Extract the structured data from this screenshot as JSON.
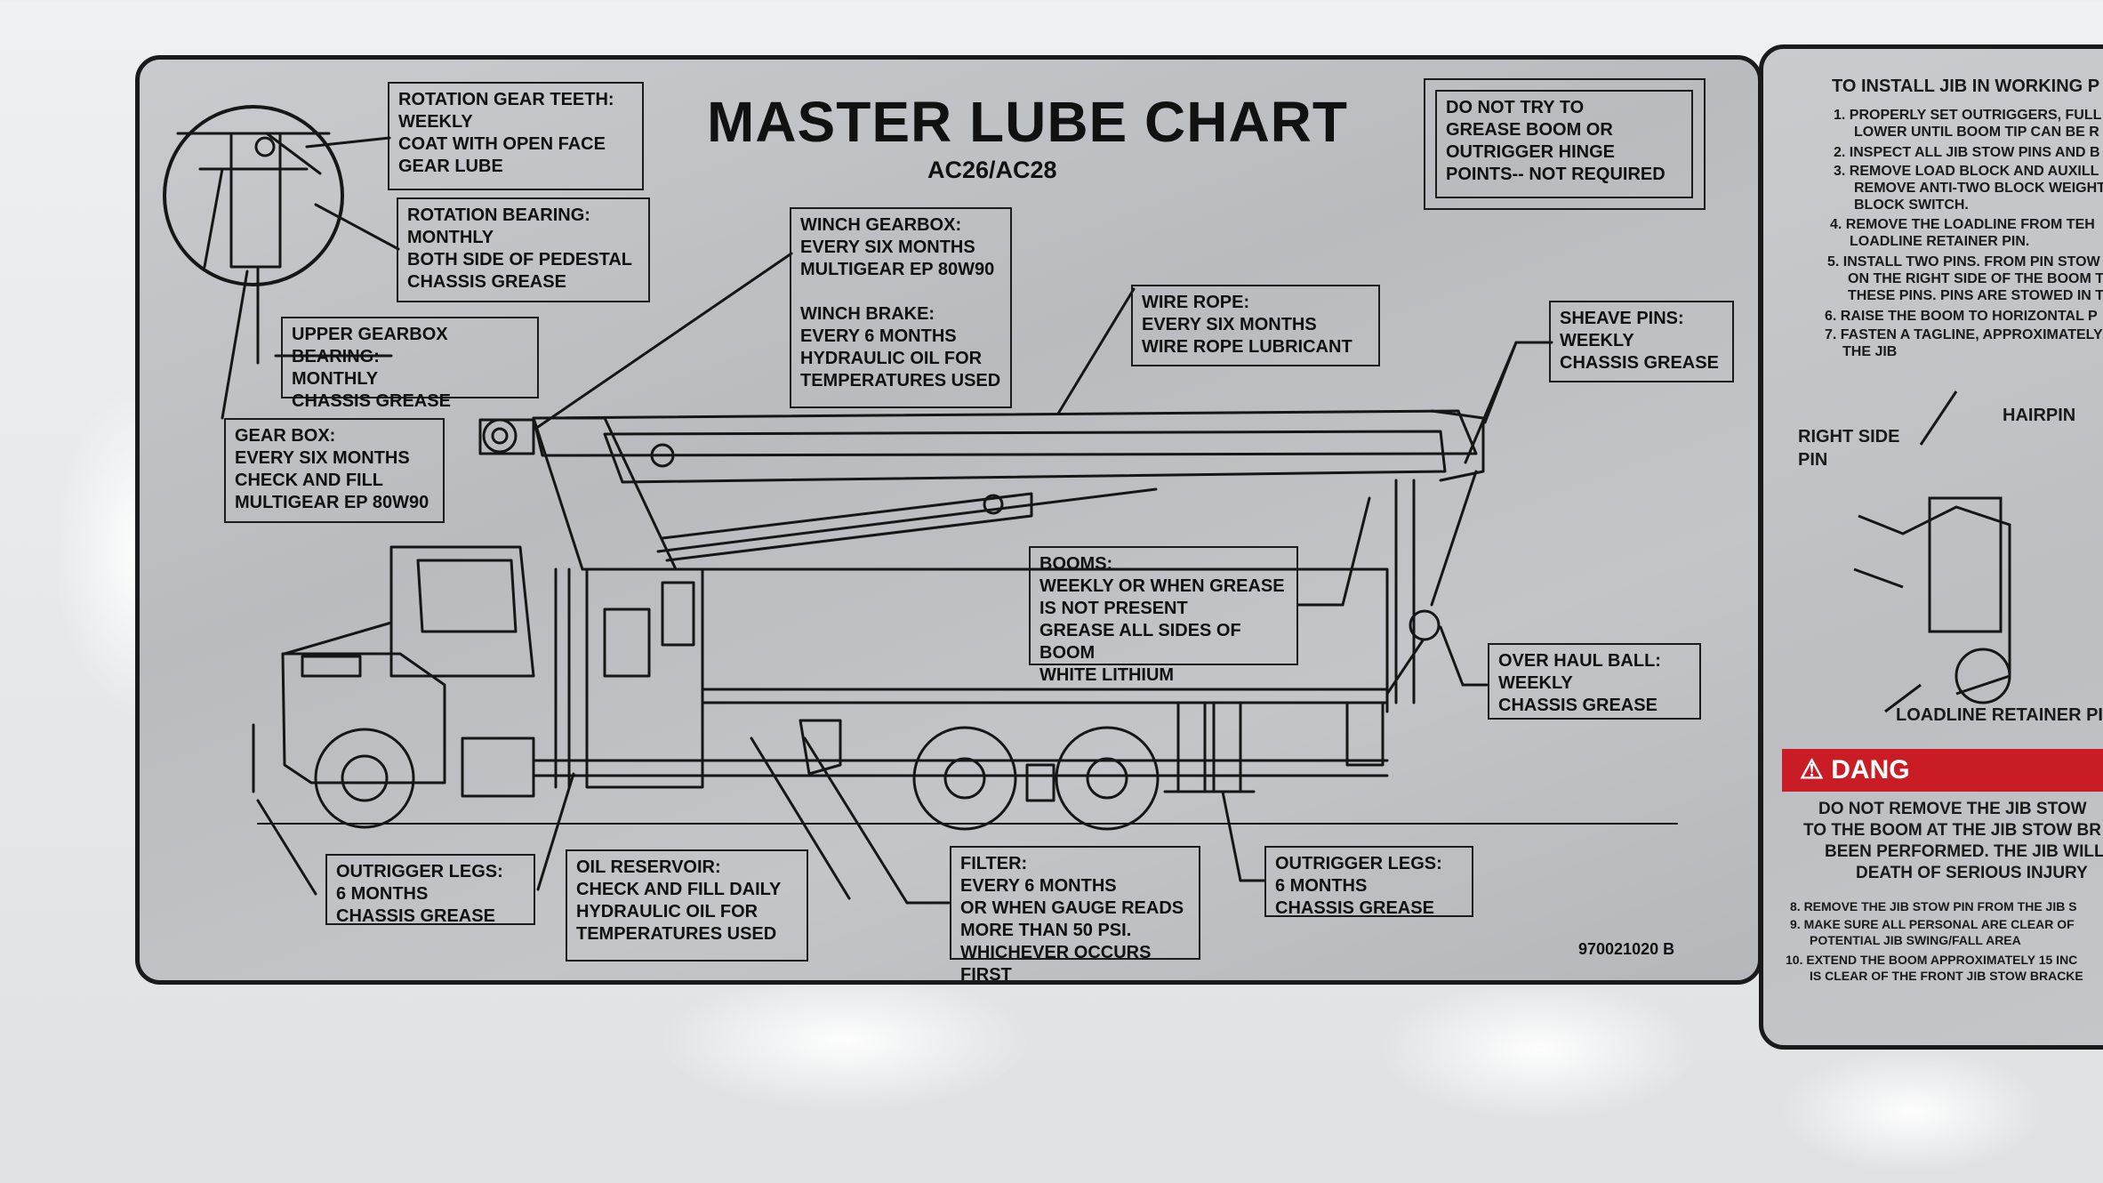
{
  "chart": {
    "title": "MASTER LUBE CHART",
    "model": "AC26/AC28",
    "part_number": "970021020 B",
    "warning": "DO NOT TRY TO\nGREASE BOOM OR\nOUTRIGGER HINGE\nPOINTS-- NOT REQUIRED"
  },
  "callouts": {
    "rotation_gear_teeth": "ROTATION GEAR TEETH:\nWEEKLY\nCOAT WITH OPEN FACE\nGEAR LUBE",
    "rotation_bearing": "ROTATION BEARING:\nMONTHLY\nBOTH SIDE OF PEDESTAL\nCHASSIS GREASE",
    "upper_gearbox_bearing": "UPPER GEARBOX BEARING:\nMONTHLY\nCHASSIS GREASE",
    "gear_box": "GEAR BOX:\nEVERY SIX MONTHS\nCHECK AND FILL\nMULTIGEAR EP 80W90",
    "winch_gearbox": "WINCH GEARBOX:\nEVERY SIX MONTHS\nMULTIGEAR EP 80W90\n\nWINCH BRAKE:\nEVERY 6 MONTHS\nHYDRAULIC OIL FOR\nTEMPERATURES USED",
    "wire_rope": "WIRE ROPE:\nEVERY SIX MONTHS\nWIRE ROPE LUBRICANT",
    "sheave_pins": "SHEAVE PINS:\nWEEKLY\nCHASSIS GREASE",
    "booms": "BOOMS:\nWEEKLY OR WHEN GREASE\nIS NOT PRESENT\nGREASE ALL SIDES OF BOOM\nWHITE LITHIUM",
    "over_haul_ball": "OVER HAUL BALL:\nWEEKLY\nCHASSIS GREASE",
    "outrigger_legs_front": "OUTRIGGER LEGS:\n6 MONTHS\nCHASSIS GREASE",
    "oil_reservoir": "OIL RESERVOIR:\nCHECK AND FILL DAILY\nHYDRAULIC OIL FOR\nTEMPERATURES USED",
    "filter": "FILTER:\nEVERY 6 MONTHS\nOR WHEN GAUGE READS\nMORE THAN 50 PSI.\nWHICHEVER OCCURS FIRST",
    "outrigger_legs_rear": "OUTRIGGER LEGS:\n6 MONTHS\nCHASSIS GREASE"
  },
  "jib_panel": {
    "heading": "TO INSTALL JIB IN WORKING P",
    "steps": [
      "1. PROPERLY SET OUTRIGGERS, FULL",
      "LOWER UNTIL BOOM TIP CAN BE R",
      "2. INSPECT ALL JIB STOW PINS AND B",
      "3. REMOVE LOAD BLOCK AND AUXILL",
      "REMOVE ANTI-TWO BLOCK WEIGHT",
      "BLOCK SWITCH.",
      "4. REMOVE THE LOADLINE FROM TEH",
      "LOADLINE RETAINER PIN.",
      "5. INSTALL TWO PINS. FROM PIN STOW",
      "ON THE RIGHT SIDE OF THE BOOM T",
      "THESE PINS. PINS ARE STOWED IN T",
      "6. RAISE THE BOOM TO HORIZONTAL P",
      "7. FASTEN A TAGLINE, APPROXIMATELY",
      "THE JIB"
    ],
    "label_right_side_pin": "RIGHT SIDE\nPIN",
    "label_hairpin": "HAIRPIN",
    "label_loadline": "LOADLINE RETAINER PI",
    "danger_label": "DANG",
    "danger_text": [
      "DO NOT REMOVE THE JIB STOW",
      "TO THE BOOM AT THE JIB STOW BR",
      "BEEN PERFORMED. THE JIB WILL",
      "DEATH OF SERIOUS INJURY"
    ],
    "steps2": [
      "8. REMOVE THE JIB STOW PIN FROM THE JIB S",
      "9. MAKE SURE ALL PERSONAL ARE CLEAR OF",
      "POTENTIAL JIB SWING/FALL AREA",
      "10. EXTEND THE BOOM APPROXIMATELY 15 INC",
      "IS CLEAR OF THE FRONT JIB STOW BRACKE"
    ]
  }
}
